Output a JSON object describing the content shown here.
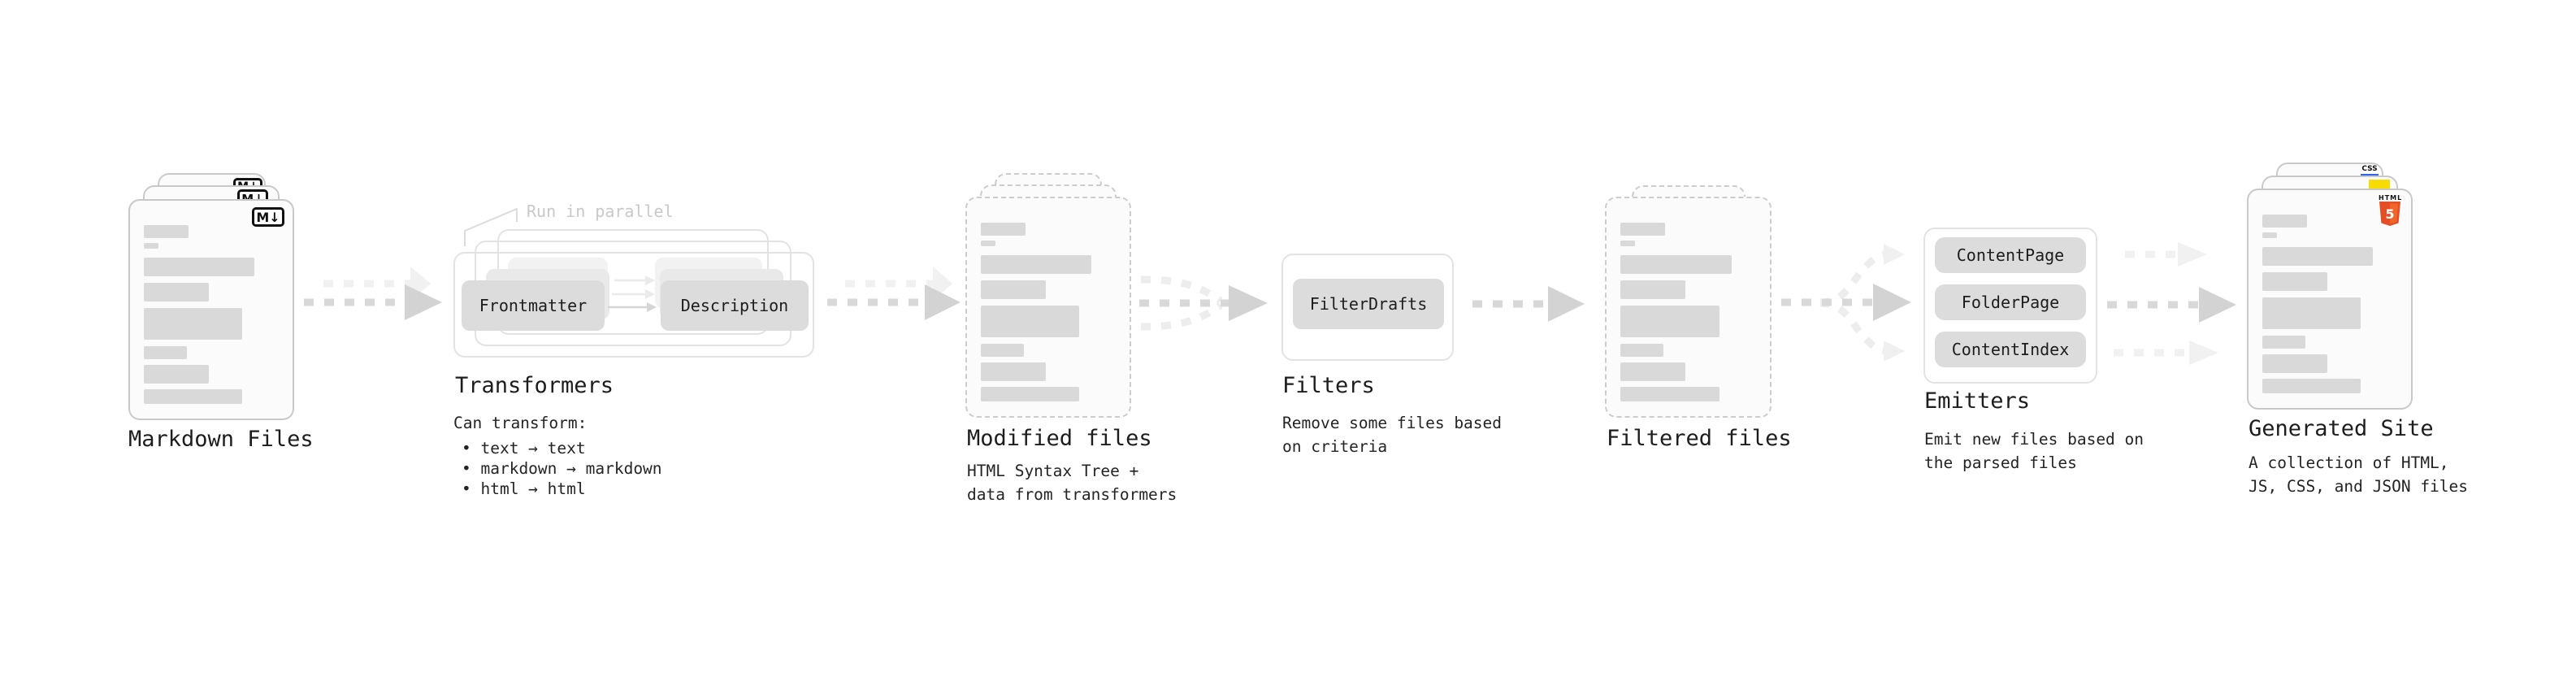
{
  "diagram": {
    "nodes": {
      "markdown_files": {
        "label": "Markdown Files",
        "badge": "M↓"
      },
      "transformers": {
        "label": "Transformers",
        "note": "Run in parallel",
        "boxes": [
          "Frontmatter",
          "Description"
        ],
        "desc_title": "Can transform:",
        "bullets": [
          "• text → text",
          "• markdown → markdown",
          "• html → html"
        ]
      },
      "modified_files": {
        "label": "Modified files",
        "desc": [
          "HTML Syntax Tree +",
          "data from transformers"
        ]
      },
      "filters": {
        "label": "Filters",
        "boxes": [
          "FilterDrafts"
        ],
        "desc": [
          "Remove some files based",
          "on criteria"
        ]
      },
      "filtered_files": {
        "label": "Filtered files"
      },
      "emitters": {
        "label": "Emitters",
        "boxes": [
          "ContentPage",
          "FolderPage",
          "ContentIndex"
        ],
        "desc": [
          "Emit new files based on",
          "the parsed files"
        ]
      },
      "generated_site": {
        "label": "Generated Site",
        "badges": {
          "html_label": "HTML",
          "html_number": "5",
          "css_label": "CSS"
        },
        "desc": [
          "A collection of HTML,",
          "JS, CSS, and JSON files"
        ]
      }
    },
    "colors": {
      "background": "#ffffff",
      "doc_border": "#c9c9c9",
      "doc_fill": "#fbfbfb",
      "bar_fill": "#d9d9d9",
      "pill_fill": "#dcdcdc",
      "outline_border": "#e3e3e3",
      "arrow": "#d8d8d8",
      "arrow_head": "#d3d3d3",
      "arrow_faint": "#efefef",
      "note_text": "#c9c9c9",
      "text": "#1d1d1d",
      "markdown_badge": "#111111",
      "html5_orange": "#e44d26",
      "html5_orange_light": "#f16529",
      "css_blue": "#2d63e8",
      "js_yellow": "#f8dc00"
    }
  }
}
